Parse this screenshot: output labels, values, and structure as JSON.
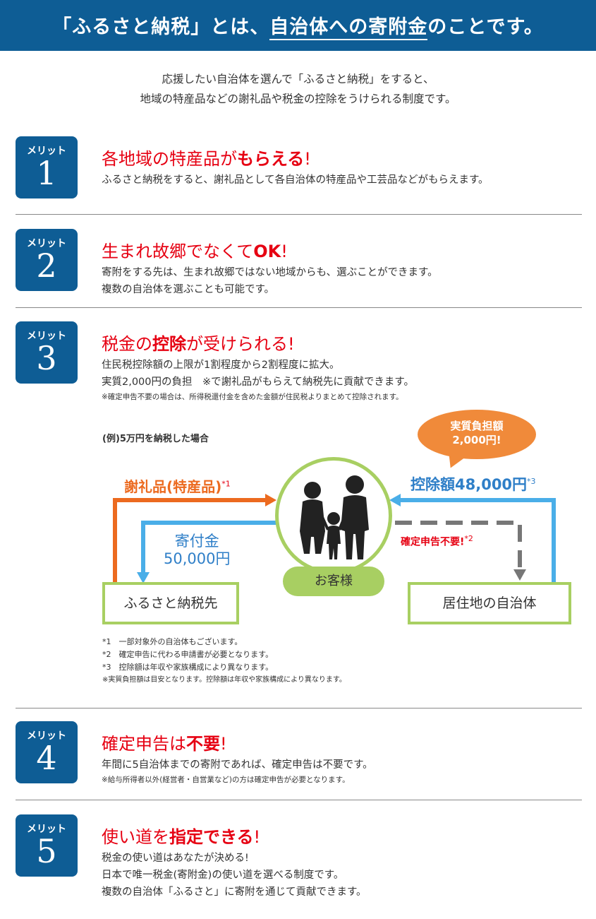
{
  "header": {
    "title_a": "「ふるさと納税」とは、",
    "title_hl": "自治体への寄附金",
    "title_b": "のことです。"
  },
  "intro": {
    "line1": "応援したい自治体を選んで「ふるさと納税」をすると、",
    "line2": "地域の特産品などの謝礼品や税金の控除をうけられる制度です。"
  },
  "badge_label": "メリット",
  "merits": [
    {
      "num": "1",
      "title_a": "各地域の特産品が",
      "title_b": "もらえる",
      "title_c": "!",
      "lines": [
        "ふるさと納税をすると、謝礼品として各自治体の特産品や工芸品などがもらえます。"
      ]
    },
    {
      "num": "2",
      "title_a": "生まれ故郷でなくて",
      "title_b": "OK",
      "title_c": "!",
      "lines": [
        "寄附をする先は、生まれ故郷ではない地域からも、選ぶことができます。",
        "複数の自治体を選ぶことも可能です。"
      ]
    },
    {
      "num": "3",
      "title_a": "税金の",
      "title_b": "控除",
      "title_c": "が受けられる!",
      "lines": [
        "住民税控除額の上限が1割程度から2割程度に拡大。",
        "実質2,000円の負担　※で謝礼品がもらえて納税先に貢献できます。"
      ],
      "note": "※確定申告不要の場合は、所得税還付金を含めた金額が住民税よりまとめて控除されます。"
    },
    {
      "num": "4",
      "title_a": "確定申告は",
      "title_b": "不要",
      "title_c": "!",
      "lines": [
        "年間に5自治体までの寄附であれば、確定申告は不要です。"
      ],
      "note": "※給与所得者以外(経営者・自営業など)の方は確定申告が必要となります。"
    },
    {
      "num": "5",
      "title_a": "使い道を",
      "title_b": "指定できる",
      "title_c": "!",
      "lines": [
        "税金の使い道はあなたが決める!",
        "日本で唯一税金(寄附金)の使い道を選べる制度です。",
        "複数の自治体「ふるさと」に寄附を通じて貢献できます。"
      ]
    }
  ],
  "diagram": {
    "example": "(例)5万円を納税した場合",
    "bubble_line1": "実質負担額",
    "bubble_line2": "2,000円!",
    "gift_label": "謝礼品(特産品)",
    "gift_mark": "*1",
    "deduct_label": "控除額48,000円",
    "deduct_mark": "*3",
    "donation_line1": "寄付金",
    "donation_line2": "50,000円",
    "kakutei_label": "確定申告不要!",
    "kakutei_mark": "*2",
    "left_box": "ふるさと納税先",
    "right_box": "居住地の自治体",
    "customer": "お客様"
  },
  "footnotes": [
    "*1　一部対象外の自治体もございます。",
    "*2　確定申告に代わる申請書が必要となります。",
    "*3　控除額は年収や家族構成により異なります。"
  ],
  "footnote_small": "※実質負担額は目安となります。控除額は年収や家族構成により異なります。",
  "colors": {
    "header_bg": "#0e5d95",
    "badge_bg": "#0e5d95",
    "accent_red": "#e60012",
    "orange": "#ec6a1f",
    "blue_arrow": "#4aaee8",
    "green": "#a8cf62"
  }
}
